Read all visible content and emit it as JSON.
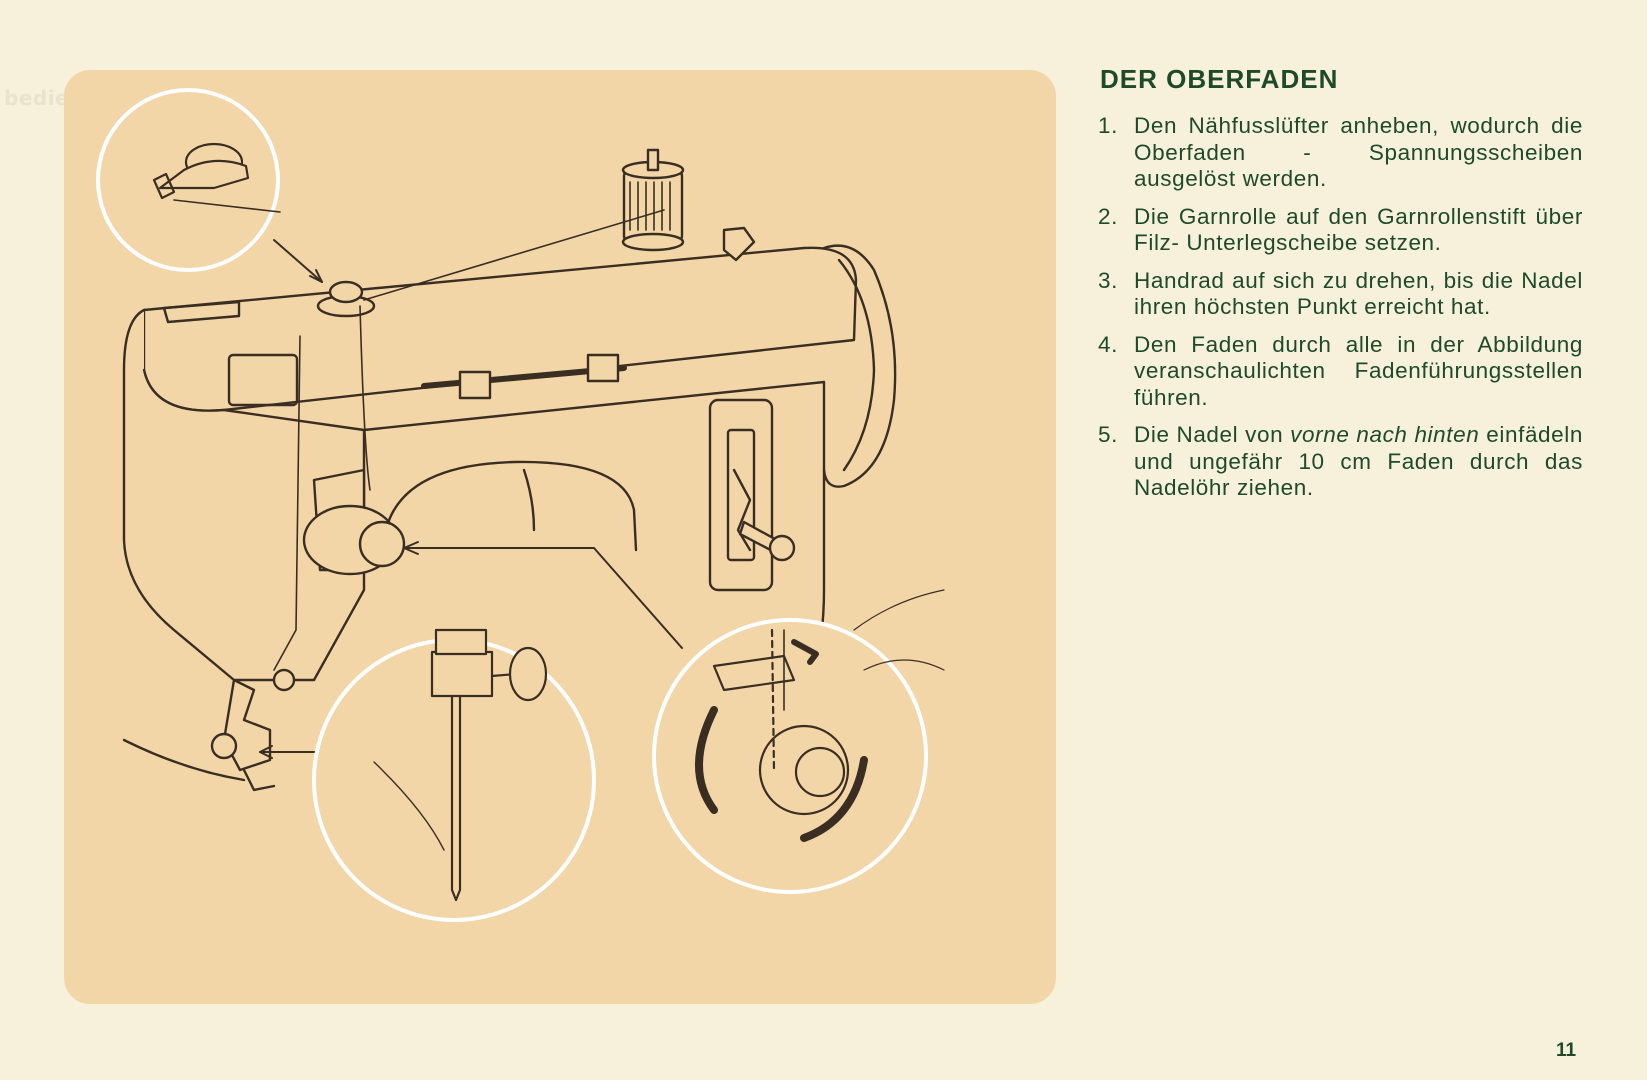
{
  "watermark": "bedienungsanleitung.de",
  "section_title": "DER OBERFADEN",
  "steps": [
    {
      "num": "1.",
      "text": "Den Nähfusslüfter anheben, wodurch die Oberfaden - Spannungsscheiben ausgelöst werden."
    },
    {
      "num": "2.",
      "text": "Die Garnrolle auf den Garnrollenstift über Filz- Unterlegscheibe setzen."
    },
    {
      "num": "3.",
      "text": "Handrad auf sich zu drehen, bis die Nadel ihren höchsten Punkt erreicht hat."
    },
    {
      "num": "4.",
      "text": "Den Faden durch alle in der Abbildung veranschaulichten Fadenführungsstellen führen."
    },
    {
      "num": "5.",
      "text_before": "Die Nadel von ",
      "text_emph": "vorne nach hinten",
      "text_after": " einfädeln und ungefähr 10 cm Faden durch das Nadelöhr ziehen."
    }
  ],
  "page_number": "11",
  "colors": {
    "page_bg": "#f7f1dc",
    "panel_bg": "#f3d6a8",
    "text": "#1e4a28",
    "line": "#3a2e22"
  }
}
